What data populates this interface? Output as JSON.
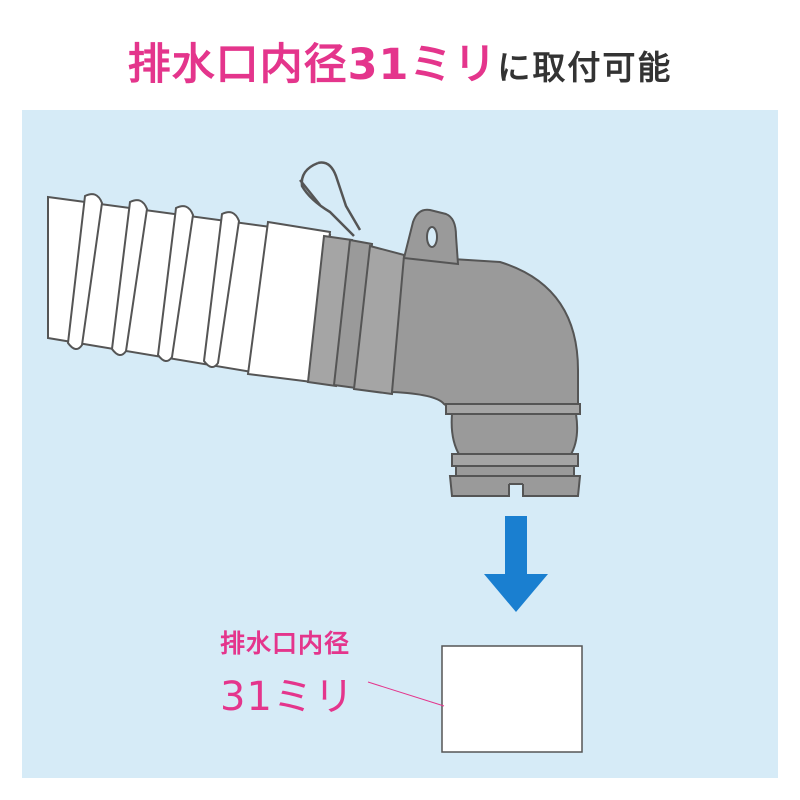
{
  "headline": {
    "main": "排水口内径31ミリ",
    "sub": "に取付可能"
  },
  "callout": {
    "line1": "排水口内径",
    "line2": "31ミリ"
  },
  "colors": {
    "accent_pink": "#e4358c",
    "background_blue": "#d6ebf7",
    "arrow_blue": "#1a7fd0",
    "elbow_gray": "#9a9a9a"
  }
}
